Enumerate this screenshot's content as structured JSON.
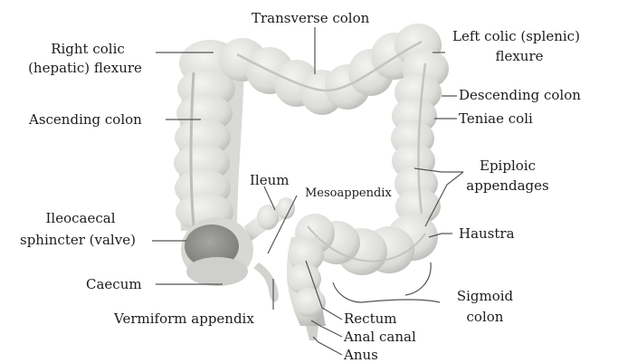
{
  "diagram": {
    "labels": {
      "transverse_colon": "Transverse colon",
      "right_colic_flexure_1": "Right colic",
      "right_colic_flexure_2": "(hepatic) flexure",
      "left_colic_flexure_1": "Left colic (splenic)",
      "left_colic_flexure_2": "flexure",
      "descending_colon": "Descending colon",
      "teniae_coli": "Teniae coli",
      "ascending_colon": "Ascending colon",
      "epiploic_appendages_1": "Epiploic",
      "epiploic_appendages_2": "appendages",
      "ileum": "Ileum",
      "mesoappendix": "Mesoappendix",
      "ileocaecal_sphincter_1": "Ileocaecal",
      "ileocaecal_sphincter_2": "sphincter (valve)",
      "haustra": "Haustra",
      "caecum": "Caecum",
      "sigmoid_colon_1": "Sigmoid",
      "sigmoid_colon_2": "colon",
      "vermiform_appendix": "Vermiform appendix",
      "rectum": "Rectum",
      "anal_canal": "Anal canal",
      "anus": "Anus"
    },
    "colors": {
      "tissue": "#e4e4e2",
      "tissue_shade": "#c9c9c6",
      "tissue_dark": "#a9a9a5",
      "caecum": "#8c8c88",
      "leader_line": "#555555",
      "text": "#1c1c1c"
    }
  }
}
